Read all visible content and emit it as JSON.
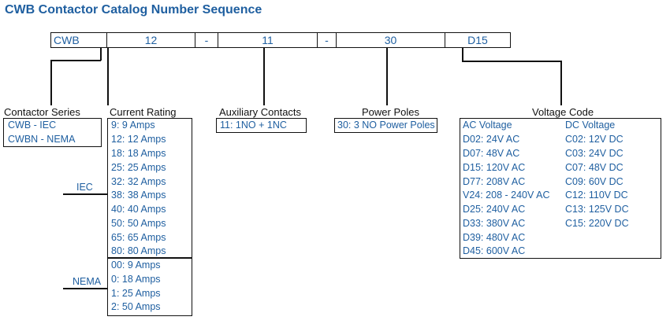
{
  "title": "CWB Contactor Catalog Number Sequence",
  "sequence": [
    "CWB",
    "12",
    "-",
    "11",
    "-",
    "30",
    "D15"
  ],
  "contactor_series": {
    "label": "Contactor Series",
    "items": [
      "CWB - IEC",
      "CWBN - NEMA"
    ]
  },
  "current_rating": {
    "label": "Current Rating",
    "iec_label": "IEC",
    "nema_label": "NEMA",
    "iec_items": [
      "9: 9 Amps",
      "12: 12 Amps",
      "18: 18 Amps",
      "25: 25 Amps",
      "32: 32 Amps",
      "38: 38 Amps",
      "40: 40 Amps",
      "50: 50 Amps",
      "65: 65 Amps",
      "80: 80 Amps"
    ],
    "nema_items": [
      "00: 9 Amps",
      "0: 18 Amps",
      "1: 25 Amps",
      "2: 50 Amps"
    ]
  },
  "auxiliary_contacts": {
    "label": "Auxiliary Contacts",
    "items": [
      "11: 1NO + 1NC"
    ]
  },
  "power_poles": {
    "label": "Power Poles",
    "items": [
      "30: 3 NO Power Poles"
    ]
  },
  "voltage_code": {
    "label": "Voltage Code",
    "ac_header": "AC Voltage",
    "dc_header": "DC Voltage",
    "ac_items": [
      "D02: 24V AC",
      "D07: 48V AC",
      "D15: 120V AC",
      "D77: 208V AC",
      "V24: 208 - 240V AC",
      "D25: 240V AC",
      "D33: 380V AC",
      "D39: 480V AC",
      "D45: 600V AC"
    ],
    "dc_items": [
      "C02: 12V DC",
      "C03: 24V DC",
      "C07: 48V DC",
      "C09: 60V DC",
      "C12: 110V DC",
      "C13: 125V DC",
      "C15: 220V DC"
    ]
  },
  "colors": {
    "text_blue": "#1f5fa0",
    "line": "#111111"
  }
}
